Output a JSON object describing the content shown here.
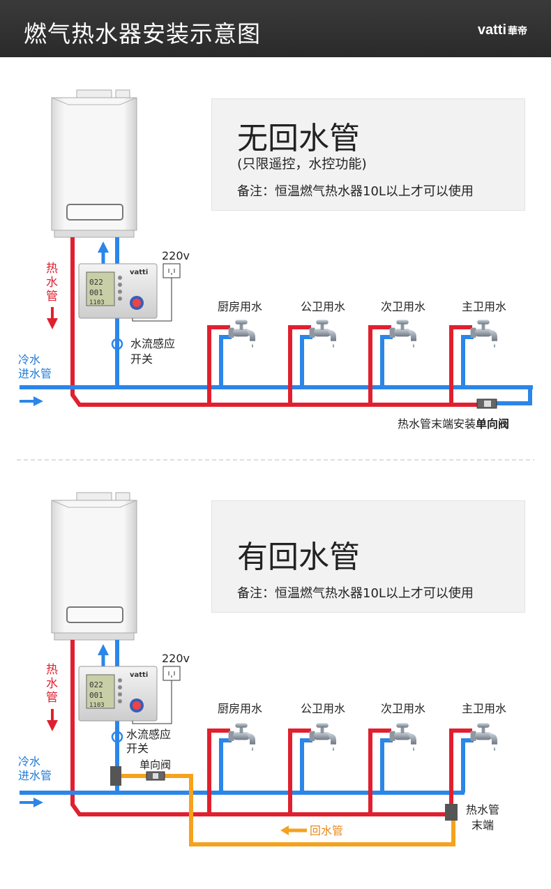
{
  "header": {
    "title": "燃气热水器安装示意图",
    "brand_main": "vatti",
    "brand_cn": "華帝"
  },
  "section1": {
    "heading": "无回水管",
    "subheading": "(只限遥控，水控功能)",
    "note": "备注：恒温燃气热水器10L以上才可以使用",
    "power_label": "220v",
    "heater_label": "vatti",
    "hot_pipe_label": [
      "热",
      "水",
      "管"
    ],
    "cold_inlet_label": [
      "冷水",
      "进水管"
    ],
    "switch_label": [
      "水流感应",
      "开关"
    ],
    "taps": [
      "厨房用水",
      "公卫用水",
      "次卫用水",
      "主卫用水"
    ],
    "end_note_prefix": "热水管末端安装",
    "end_note_bold": "单向阀"
  },
  "section2": {
    "heading": "有回水管",
    "note": "备注：恒温燃气热水器10L以上才可以使用",
    "power_label": "220v",
    "heater_label": "vatti",
    "hot_pipe_label": [
      "热",
      "水",
      "管"
    ],
    "cold_inlet_label": [
      "冷水",
      "进水管"
    ],
    "switch_label": [
      "水流感应",
      "开关"
    ],
    "check_valve_label": "单向阀",
    "taps": [
      "厨房用水",
      "公卫用水",
      "次卫用水",
      "主卫用水"
    ],
    "hot_end_label": [
      "热水管",
      "末端"
    ],
    "return_label": "回水管"
  },
  "colors": {
    "hot": "#e0202f",
    "cold": "#2b86e8",
    "return": "#f5a21e",
    "header_bg": "#2f2f2f"
  }
}
